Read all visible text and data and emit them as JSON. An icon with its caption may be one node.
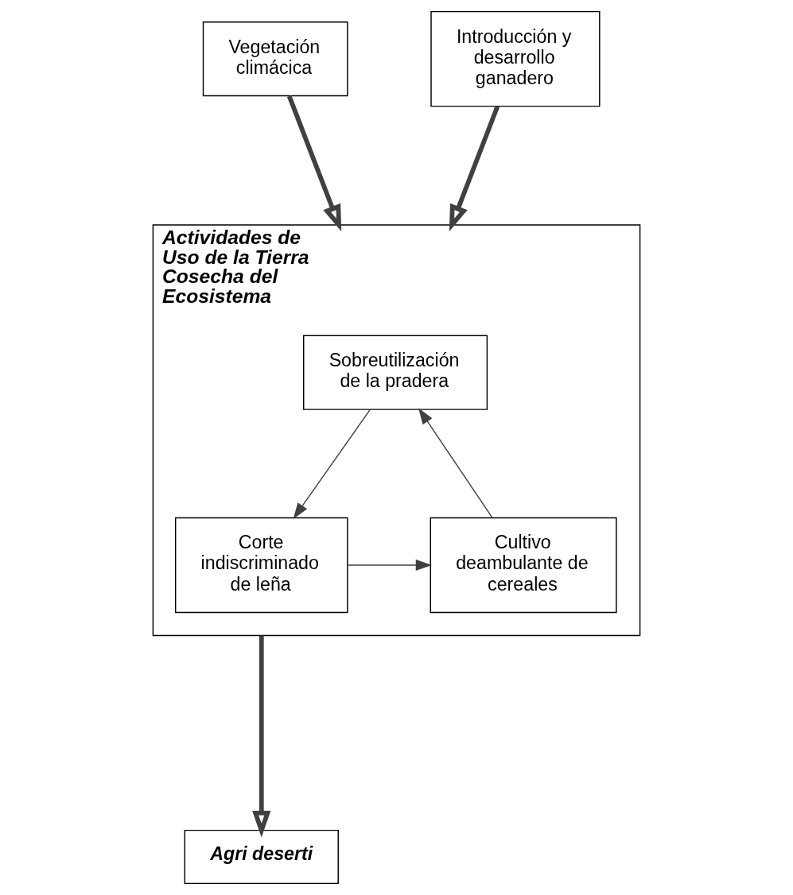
{
  "diagram": {
    "nodes": [
      {
        "text": [
          "Vegetación climácica"
        ]
      },
      {
        "text": [
          "Introducción y desarrollo ganadero"
        ]
      },
      {
        "text": [
          "Actividades de Uso de la Tierra Cosecha del Ecosistema"
        ]
      },
      {
        "text": [
          "Sobreutilización de la pradera"
        ],
        "in": 2
      },
      {
        "text": [
          "Cultivo deambulante de cereales"
        ],
        "in": 2
      },
      {
        "text": [
          "Corte indiscriminado de leña"
        ],
        "in": 2
      },
      {
        "text": [
          "Agri deserti"
        ]
      }
    ],
    "edges": [
      {
        "from": 0,
        "to": 2,
        "arrow": "to",
        "style": "thick"
      },
      {
        "from": 1,
        "to": 2,
        "arrow": "to",
        "style": "thick"
      },
      {
        "from": 4,
        "to": 3,
        "arrow": "to"
      },
      {
        "from": 3,
        "to": 5,
        "arrow": "to"
      },
      {
        "from": 5,
        "to": 4,
        "arrow": "to"
      },
      {
        "from": 2,
        "to": 6,
        "arrow": "to",
        "style": "thick"
      }
    ]
  }
}
